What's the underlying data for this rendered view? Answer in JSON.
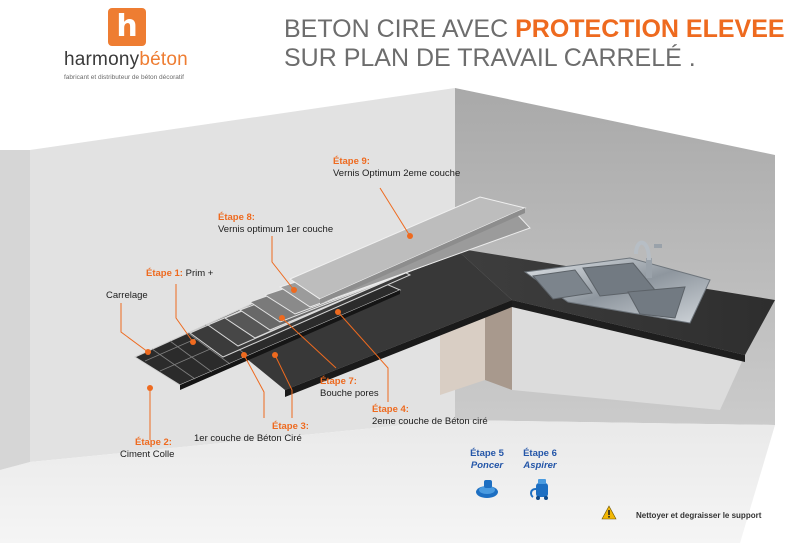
{
  "brand": {
    "logo_letter": "h",
    "name_part1": "harmony",
    "name_part2": "béton",
    "tagline": "fabricant et distributeur de béton décoratif",
    "accent_color": "#ee7d32"
  },
  "title": {
    "part1": "BETON CIRE AVEC",
    "highlight": "PROTECTION ELEVEE",
    "line2": "SUR PLAN DE TRAVAIL CARRELÉ ."
  },
  "layers": {
    "carrelage": "Carrelage",
    "step1": {
      "step": "Étape 1:",
      "desc": "Prim +"
    },
    "step2": {
      "step": "Étape 2:",
      "desc": "Ciment Colle"
    },
    "step3": {
      "step": "Étape 3:",
      "desc": "1er couche de Béton Ciré"
    },
    "step4": {
      "step": "Étape 4:",
      "desc": "2eme couche de Béton ciré"
    },
    "step7": {
      "step": "Étape 7:",
      "desc": "Bouche pores"
    },
    "step8": {
      "step": "Étape 8:",
      "desc": "Vernis optimum 1er couche"
    },
    "step9": {
      "step": "Étape 9:",
      "desc": "Vernis Optimum 2eme couche"
    }
  },
  "tools": {
    "step5": {
      "step": "Étape 5",
      "action": "Poncer",
      "icon": "sander-icon"
    },
    "step6": {
      "step": "Étape 6",
      "action": "Aspirer",
      "icon": "vacuum-icon"
    }
  },
  "notice": {
    "icon": "warning-icon",
    "text": "Nettoyer et degraisser le support"
  },
  "colors": {
    "step_orange": "#ee6a1f",
    "tool_blue": "#2456a8"
  }
}
